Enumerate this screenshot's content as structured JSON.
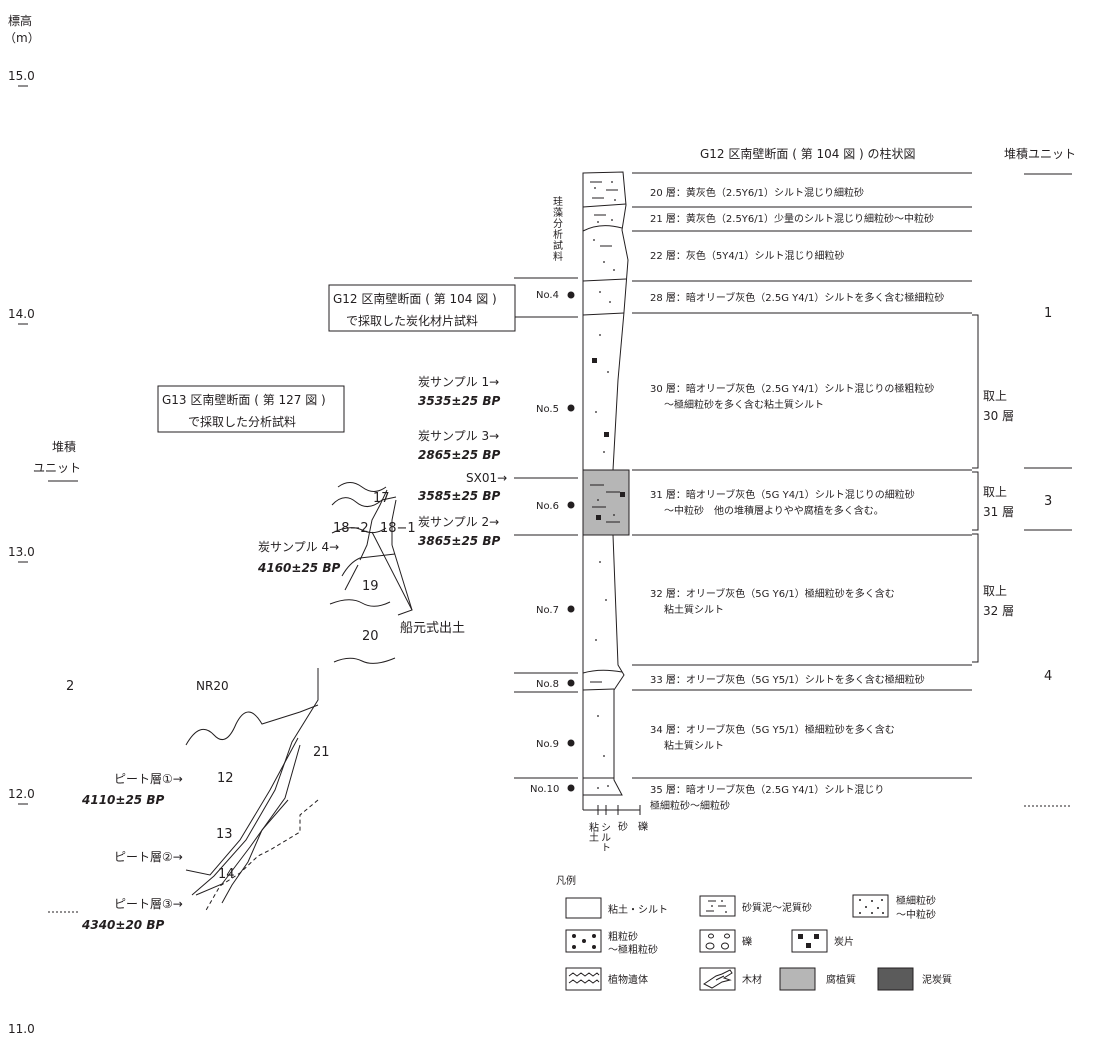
{
  "colors": {
    "line": "#231f20",
    "humus": "#b6b6b6",
    "peat": "#5b5b5b",
    "fill": "#ffffff"
  },
  "axis": {
    "label_line1": "標高",
    "label_line2": "（m）",
    "ticks": [
      "15.0",
      "14.0",
      "13.0",
      "12.0",
      "11.0"
    ]
  },
  "column": {
    "title": "G12 区南壁断面 ( 第 104 図 ) の柱状図",
    "unit_header": "堆積ユニット",
    "sample_header": "珪藻分析試料",
    "grain_scale": {
      "clay": "粘土",
      "silt": "シルト",
      "sand": "砂",
      "gravel": "礫"
    }
  },
  "layers": [
    {
      "desc": "20 層：黄灰色（2.5Y6/1）シルト混じり細粒砂"
    },
    {
      "desc": "21 層：黄灰色（2.5Y6/1）少量のシルト混じり細粒砂～中粒砂"
    },
    {
      "desc": "22 層：灰色（5Y4/1）シルト混じり細粒砂"
    },
    {
      "desc": "28 層：暗オリーブ灰色（2.5G Y4/1）シルトを多く含む極細粒砂"
    },
    {
      "desc1": "30 層：暗オリーブ灰色（2.5G Y4/1）シルト混じりの極粗粒砂",
      "desc2": "～極細粒砂を多く含む粘土質シルト"
    },
    {
      "desc1": "31 層：暗オリーブ灰色（5G Y4/1）シルト混じりの細粒砂",
      "desc2": "～中粒砂　他の堆積層よりやや腐植を多く含む。"
    },
    {
      "desc1": "32 層：オリーブ灰色（5G Y6/1）極細粒砂を多く含む",
      "desc2": "粘土質シルト"
    },
    {
      "desc": "33 層：オリーブ灰色（5G Y5/1）シルトを多く含む極細粒砂"
    },
    {
      "desc1": "34 層：オリーブ灰色（5G Y5/1）極細粒砂を多く含む",
      "desc2": "粘土質シルト"
    },
    {
      "desc1": "35 層：暗オリーブ灰色（2.5G Y4/1）シルト混じり",
      "desc2": "極細粒砂～細粒砂"
    }
  ],
  "samples": [
    "No.4",
    "No.5",
    "No.6",
    "No.7",
    "No.8",
    "No.9",
    "No.10"
  ],
  "units": [
    "1",
    "3",
    "4",
    "2"
  ],
  "toriage": [
    {
      "line1": "取上",
      "line2": "30 層"
    },
    {
      "line1": "取上",
      "line2": "31 層"
    },
    {
      "line1": "取上",
      "line2": "32 層"
    }
  ],
  "boxes": {
    "g12_line1": "G12 区南壁断面 ( 第 104 図 )",
    "g12_line2": "で採取した炭化材片試料",
    "g13_line1": "G13 区南壁断面 ( 第 127 図 )",
    "g13_line2": "で採取した分析試料"
  },
  "charcoal": [
    {
      "label": "炭サンプル 1→",
      "date": "3535±25 BP"
    },
    {
      "label": "炭サンプル 3→",
      "date": "2865±25 BP"
    },
    {
      "label": "SX01→",
      "date": "3585±25 BP"
    },
    {
      "label": "炭サンプル 2→",
      "date": "3865±25 BP"
    },
    {
      "label": "炭サンプル 4→",
      "date": "4160±25 BP"
    }
  ],
  "left_section": {
    "unit_label_line1": "堆積",
    "unit_label_line2": "ユニット",
    "nr_label": "NR20",
    "layer_numbers": [
      "17",
      "18−2",
      "18−1",
      "19",
      "20",
      "21",
      "12",
      "13",
      "14"
    ],
    "funamoto": "船元式出土",
    "peat": [
      {
        "label": "ピート層①→",
        "date": "4110±25 BP"
      },
      {
        "label": "ピート層②→"
      },
      {
        "label": "ピート層③→",
        "date": "4340±20 BP"
      }
    ]
  },
  "legend": {
    "title": "凡例",
    "items": [
      "粘土・シルト",
      "砂質泥～泥質砂",
      "極細粒砂",
      "～中粒砂",
      "粗粒砂",
      "～極粗粒砂",
      "礫",
      "炭片",
      "植物遺体",
      "木材",
      "腐植質",
      "泥炭質"
    ]
  }
}
